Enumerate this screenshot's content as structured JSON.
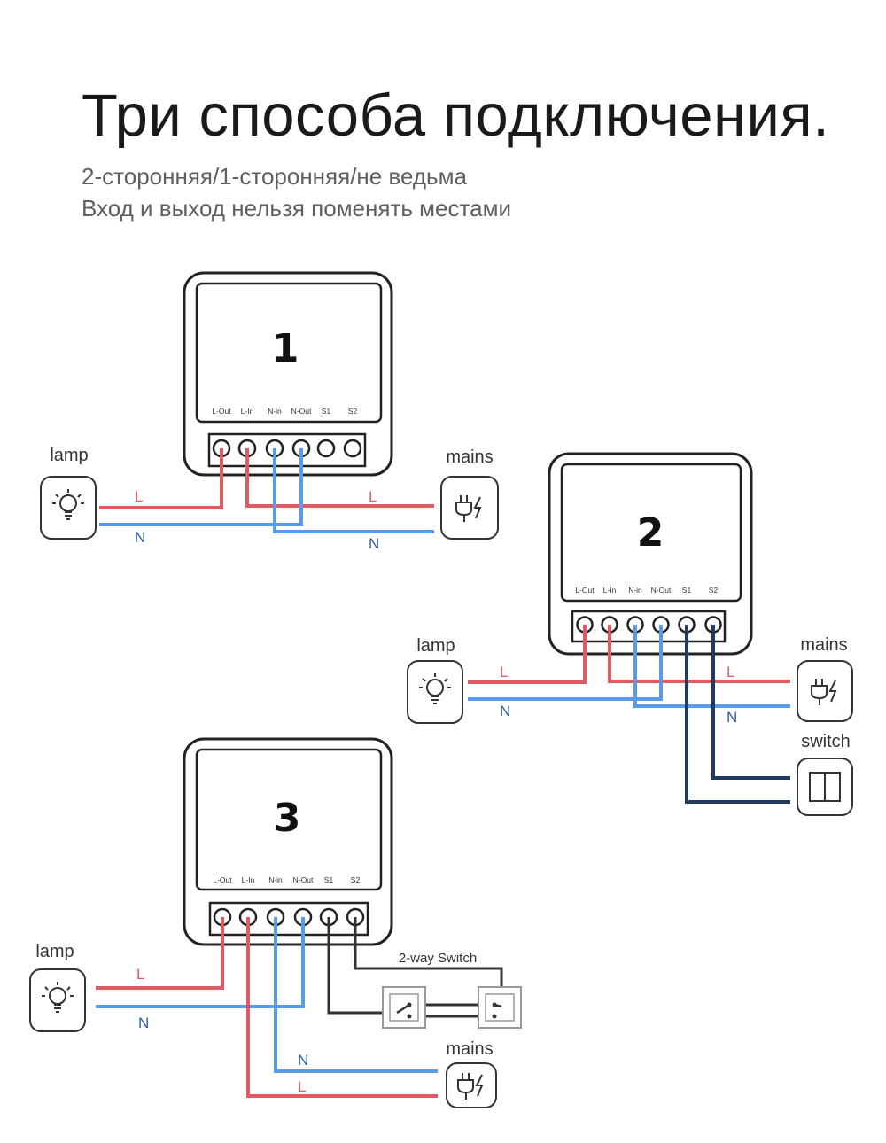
{
  "header": {
    "title": "Три способа подключения.",
    "subtitle_1": "2-сторонняя/1-сторонняя/не ведьма",
    "subtitle_2": "Вход и выход нельзя поменять местами"
  },
  "terminals": [
    "L-Out",
    "L-In",
    "N-in",
    "N-Out",
    "S1",
    "S2"
  ],
  "diagram_1": {
    "number": "1",
    "lamp_label": "lamp",
    "mains_label": "mains",
    "wire_L_lamp": "L",
    "wire_N_lamp": "N",
    "wire_L_mains": "L",
    "wire_N_mains": "N"
  },
  "diagram_2": {
    "number": "2",
    "lamp_label": "lamp",
    "mains_label": "mains",
    "switch_label": "switch",
    "wire_L_lamp": "L",
    "wire_N_lamp": "N",
    "wire_L_mains": "L",
    "wire_N_mains": "N"
  },
  "diagram_3": {
    "number": "3",
    "lamp_label": "lamp",
    "mains_label": "mains",
    "switch_label": "2-way Switch",
    "wire_L_lamp": "L",
    "wire_N_lamp": "N",
    "wire_N_mains": "N",
    "wire_L_mains": "L"
  },
  "colors": {
    "live": "#e05a64",
    "neutral": "#5a9be8",
    "switch_wire": "#203a63"
  }
}
